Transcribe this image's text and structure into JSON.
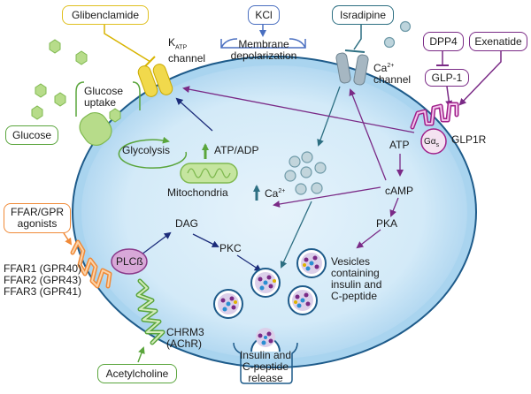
{
  "boxes": {
    "glibenclamide": "Glibenclamide",
    "kcl": "KCl",
    "isradipine": "Isradipine",
    "dpp4": "DPP4",
    "exenatide": "Exenatide",
    "glp1": "GLP-1",
    "glucose": "Glucose",
    "ffar_gpr_line1": "FFAR/GPR",
    "ffar_gpr_line2": "agonists",
    "acetylcholine": "Acetylcholine"
  },
  "labels": {
    "katp_k": "K",
    "katp_sub": "ATP",
    "katp_channel": "channel",
    "membrane_line1": "Membrane",
    "membrane_line2": "depolarization",
    "ca_channel_ca": "Ca",
    "ca_channel_sup": "2+",
    "ca_channel_channel": "channel",
    "glucose_uptake_line1": "Glucose",
    "glucose_uptake_line2": "uptake",
    "glycolysis": "Glycolysis",
    "atp_adp": "ATP/ADP",
    "mitochondria": "Mitochondria",
    "ca_inner": "Ca",
    "ca_inner_sup": "2+",
    "atp": "ATP",
    "camp": "cAMP",
    "pka": "PKA",
    "dag": "DAG",
    "pkc": "PKC",
    "plcb": "PLCß",
    "galpha_s": "Gα",
    "galpha_sub": "s",
    "glp1r": "GLP1R",
    "vesicles_line1": "Vesicles",
    "vesicles_line2": "containing",
    "vesicles_line3": "insulin and",
    "vesicles_line4": "C-peptide",
    "ffar1": "FFAR1 (GPR40)",
    "ffar2": "FFAR2 (GPR43)",
    "ffar3": "FFAR3 (GPR41)",
    "chrm3_line1": "CHRM3",
    "chrm3_line2": "(AChR)",
    "release_line1": "Insulin and",
    "release_line2": "C-peptide",
    "release_line3": "release"
  },
  "colors": {
    "cell_fill": "#a9d4ef",
    "cell_inner": "#dff0fa",
    "cell_border": "#1e5b8a",
    "navy": "#1c2c7a",
    "purple": "#7a2a86",
    "teal": "#2d6f82",
    "green": "#5aa53c",
    "light_green": "#b7dc8a",
    "orange": "#f08a38",
    "yellow": "#f1d94c",
    "magenta": "#a0208a",
    "blue_box": "#4a6fc0"
  }
}
